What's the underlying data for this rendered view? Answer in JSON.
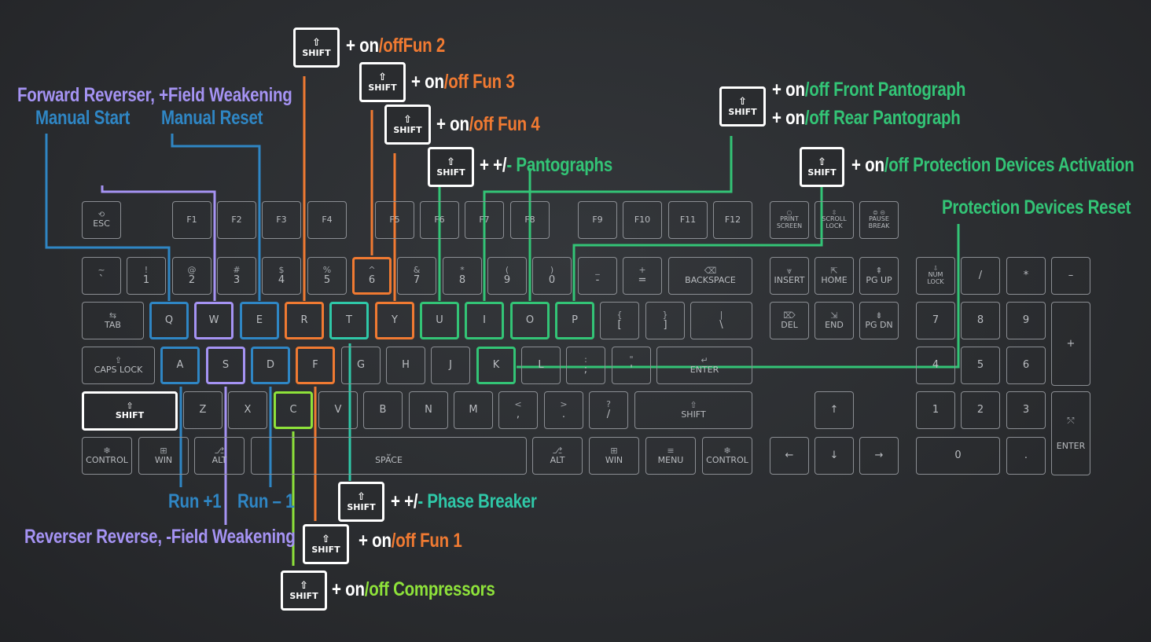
{
  "colors": {
    "orange": "#f07a32",
    "green": "#33c476",
    "lime": "#8ee23a",
    "blue": "#2f86c4",
    "violet": "#a593f3",
    "teal": "#2fc8a8",
    "white": "#ffffff"
  },
  "shift_badge": {
    "label": "SHIFT",
    "icon": "shift-arrow-icon",
    "glyph": "⇧"
  },
  "labels": {
    "fun2": {
      "plus": "+ ",
      "on": "on",
      "rest": "/offFun 2"
    },
    "fun3": {
      "plus": "+  ",
      "on": "on",
      "rest": "/off Fun 3"
    },
    "fun4": {
      "plus": "+  ",
      "on": "on",
      "rest": "/off Fun 4"
    },
    "pantographs": {
      "plus": "+ ",
      "pm": "+/",
      "rest": "- Pantographs"
    },
    "front_panto": {
      "plus": "+ ",
      "on": "on",
      "rest": "/off Front Pantograph"
    },
    "rear_panto": {
      "plus": "+ ",
      "on": "on",
      "rest": "/off Rear Pantograph"
    },
    "protection_act": {
      "plus": "+ ",
      "on": "on",
      "rest": "/off Protection Devices Activation"
    },
    "protection_reset": "Protection Devices Reset",
    "forward_reverser": "Forward Reverser, +Field Weakening",
    "manual_start": "Manual Start",
    "manual_reset": "Manual Reset",
    "run_plus": "Run +1",
    "run_minus": "Run – 1",
    "reverser_reverse": "Reverser Reverse, -Field Weakening",
    "phase_breaker": {
      "plus": "+  ",
      "pm": "+/",
      "rest": "- Phase Breaker"
    },
    "fun1": {
      "plus": "+  ",
      "on": "on",
      "rest": "/off Fun 1"
    },
    "compressors": {
      "plus": "+  ",
      "on": "on",
      "rest": "/off Compressors"
    }
  },
  "keys": {
    "esc": "ESC",
    "f1": "F1",
    "f2": "F2",
    "f3": "F3",
    "f4": "F4",
    "f5": "F5",
    "f6": "F6",
    "f7": "F7",
    "f8": "F8",
    "f9": "F9",
    "f10": "F10",
    "f11": "F11",
    "f12": "F12",
    "print_screen": "PRINT\nSCREEN",
    "scroll_lock": "SCROLL\nLOCK",
    "pause_break": "PAUSE\nBREAK",
    "tilde": [
      "~",
      "`"
    ],
    "k1": [
      "!",
      "1"
    ],
    "k2": [
      "@",
      "2"
    ],
    "k3": [
      "#",
      "3"
    ],
    "k4": [
      "$",
      "4"
    ],
    "k5": [
      "%",
      "5"
    ],
    "k6": [
      "^",
      "6"
    ],
    "k7": [
      "&",
      "7"
    ],
    "k8": [
      "*",
      "8"
    ],
    "k9": [
      "(",
      "9"
    ],
    "k0": [
      ")",
      "0"
    ],
    "minus": [
      "_",
      "-"
    ],
    "equals": [
      "+",
      "="
    ],
    "backspace": "BACKSPACE",
    "insert": "INSERT",
    "home": "HOME",
    "pgup": "PG UP",
    "numlock": "NUM\nLOCK",
    "num_div": "/",
    "num_mul": "*",
    "num_minus": "–",
    "tab": "TAB",
    "q": "Q",
    "w": "W",
    "e": "E",
    "r": "R",
    "t": "T",
    "y": "Y",
    "u": "U",
    "i": "I",
    "o": "O",
    "p": "P",
    "lbracket": [
      "{",
      "["
    ],
    "rbracket": [
      "}",
      "]"
    ],
    "backslash": [
      "|",
      "\\"
    ],
    "del": "DEL",
    "end": "END",
    "pgdn": "PG DN",
    "num7": "7",
    "num8": "8",
    "num9": "9",
    "num_plus": "+",
    "caps": "CAPS LOCK",
    "a": "A",
    "s": "S",
    "d": "D",
    "f": "F",
    "g": "G",
    "h": "H",
    "j": "J",
    "k": "K",
    "l": "L",
    "semicolon": [
      ":",
      ";"
    ],
    "quote": [
      "\"",
      "'"
    ],
    "enter": "ENTER",
    "num4": "4",
    "num5": "5",
    "num6": "6",
    "lshift": "SHIFT",
    "z": "Z",
    "x": "X",
    "c": "C",
    "v": "V",
    "b": "B",
    "n": "N",
    "m": "M",
    "comma": [
      "<",
      ","
    ],
    "period": [
      ">",
      "."
    ],
    "slash": [
      "?",
      "/"
    ],
    "rshift": "SHIFT",
    "up": "↑",
    "num1": "1",
    "num2": "2",
    "num3": "3",
    "num_enter": "ENTER",
    "lcontrol": "CONTROL",
    "lwin": "WIN",
    "lalt": "ALT",
    "space": "SPACE",
    "ralt": "ALT",
    "rwin": "WIN",
    "menu": "MENU",
    "rcontrol": "CONTROL",
    "left": "←",
    "down": "↓",
    "right": "→",
    "num0": "0",
    "num_dot": "."
  }
}
